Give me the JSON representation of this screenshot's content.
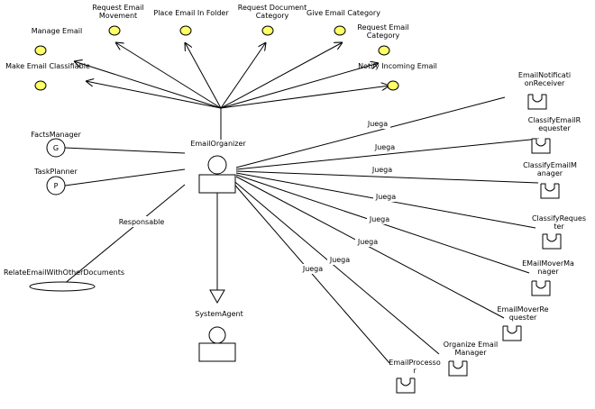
{
  "center": {
    "label": "EmailOrganizer"
  },
  "goals": [
    {
      "lines": [
        "Manage Email"
      ]
    },
    {
      "lines": [
        "Make Email Classifiable"
      ]
    },
    {
      "lines": [
        "Request Email",
        "Movement"
      ]
    },
    {
      "lines": [
        "Place Email In Folder"
      ]
    },
    {
      "lines": [
        "Request Document",
        "Category"
      ]
    },
    {
      "lines": [
        "Give Email Category"
      ]
    },
    {
      "lines": [
        "Request Email",
        "Category"
      ]
    },
    {
      "lines": [
        "Notify Incoming Email"
      ]
    }
  ],
  "resources": [
    {
      "symbol": "G",
      "label": "FactsManager"
    },
    {
      "symbol": "P",
      "label": "TaskPlanner"
    }
  ],
  "tasks": [
    {
      "label": "RelateEmailWithOtherDocuments",
      "edge_label": "Responsable"
    }
  ],
  "superclass": {
    "label": "SystemAgent"
  },
  "roles": [
    {
      "lines": [
        "EmailNotificati",
        "onReceiver"
      ],
      "edge_label": "Juega"
    },
    {
      "lines": [
        "ClassifyEmailR",
        "equester"
      ],
      "edge_label": "Juega"
    },
    {
      "lines": [
        "ClassifyEmailM",
        "anager"
      ],
      "edge_label": "Juega"
    },
    {
      "lines": [
        "ClassifyReques",
        "ter"
      ],
      "edge_label": "Juega"
    },
    {
      "lines": [
        "EMailMoverMa",
        "nager"
      ],
      "edge_label": "Juega"
    },
    {
      "lines": [
        "EmailMoverRe",
        "quester"
      ],
      "edge_label": "Juega"
    },
    {
      "lines": [
        "Organize Email",
        "Manager"
      ],
      "edge_label": "Juega"
    },
    {
      "lines": [
        "EmailProcesso",
        "r"
      ],
      "edge_label": "Juega"
    }
  ]
}
